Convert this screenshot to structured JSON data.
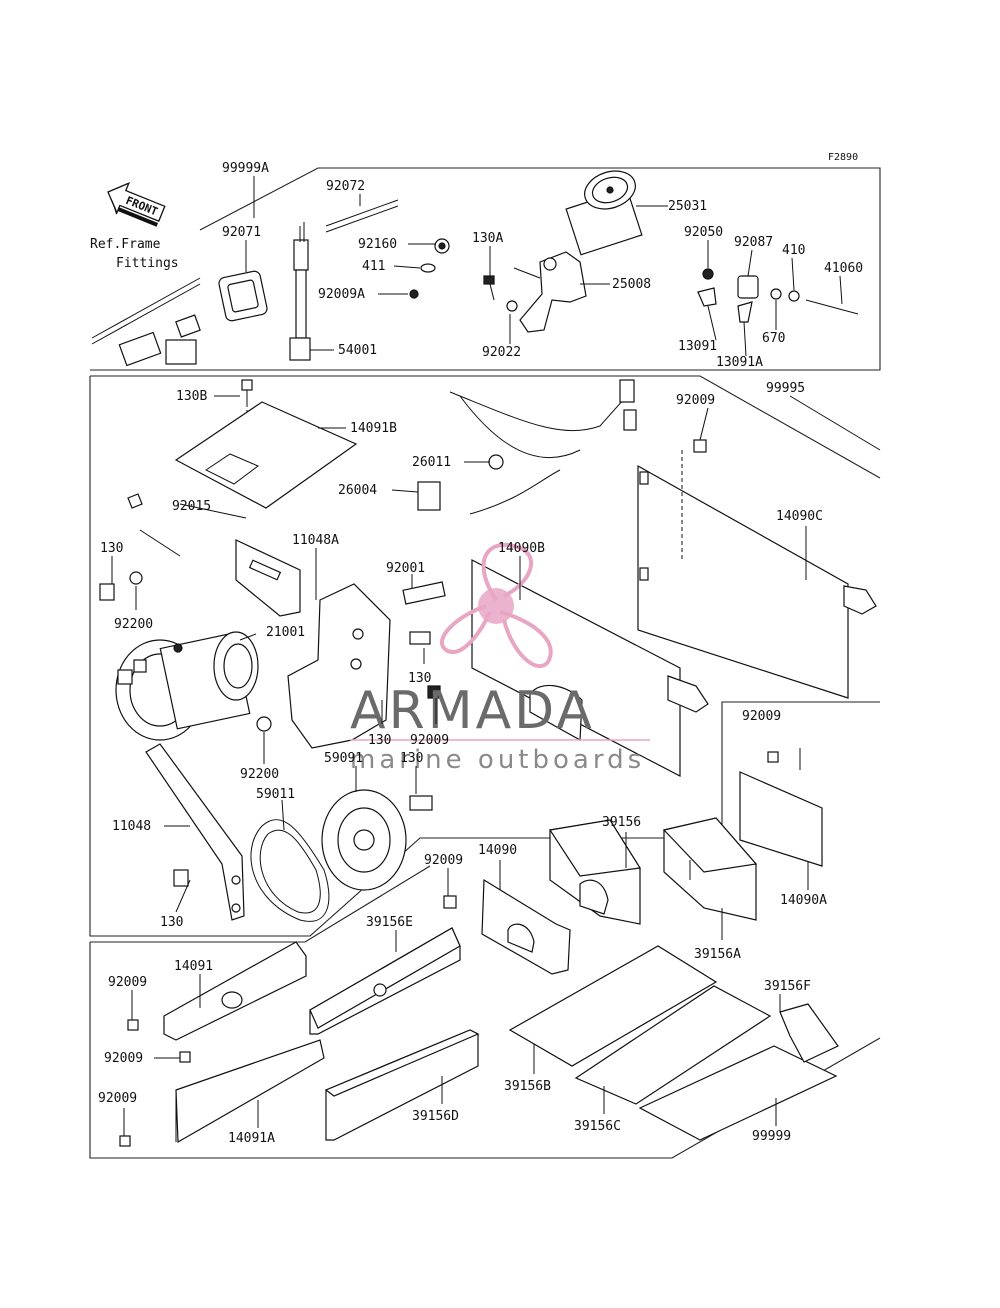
{
  "diagram_code": "F2890",
  "front_label": "FRONT",
  "reference": {
    "line1": "Ref.Frame",
    "line2": "Fittings"
  },
  "watermark": {
    "brand": "ARMADA",
    "tagline": "marine outboards",
    "accent_color": "#e8a6c4"
  },
  "labels": [
    "99999A",
    "92072",
    "92071",
    "92160",
    "130A",
    "411",
    "92009A",
    "54001",
    "25031",
    "25008",
    "92022",
    "92050",
    "92087",
    "410",
    "41060",
    "670",
    "13091",
    "13091A",
    "130B",
    "14091B",
    "92015",
    "26011",
    "26004",
    "99995",
    "92009",
    "14090C",
    "11048A",
    "14090B",
    "92001",
    "130",
    "92200",
    "21001",
    "130",
    "130",
    "92009",
    "92200",
    "59091",
    "130",
    "59011",
    "11048",
    "130",
    "92009",
    "39156",
    "14090",
    "39156E",
    "14091",
    "92009",
    "92009",
    "39156A",
    "14090A",
    "39156F",
    "39156B",
    "14091A",
    "39156D",
    "39156C",
    "99999",
    "92009",
    "92009"
  ]
}
